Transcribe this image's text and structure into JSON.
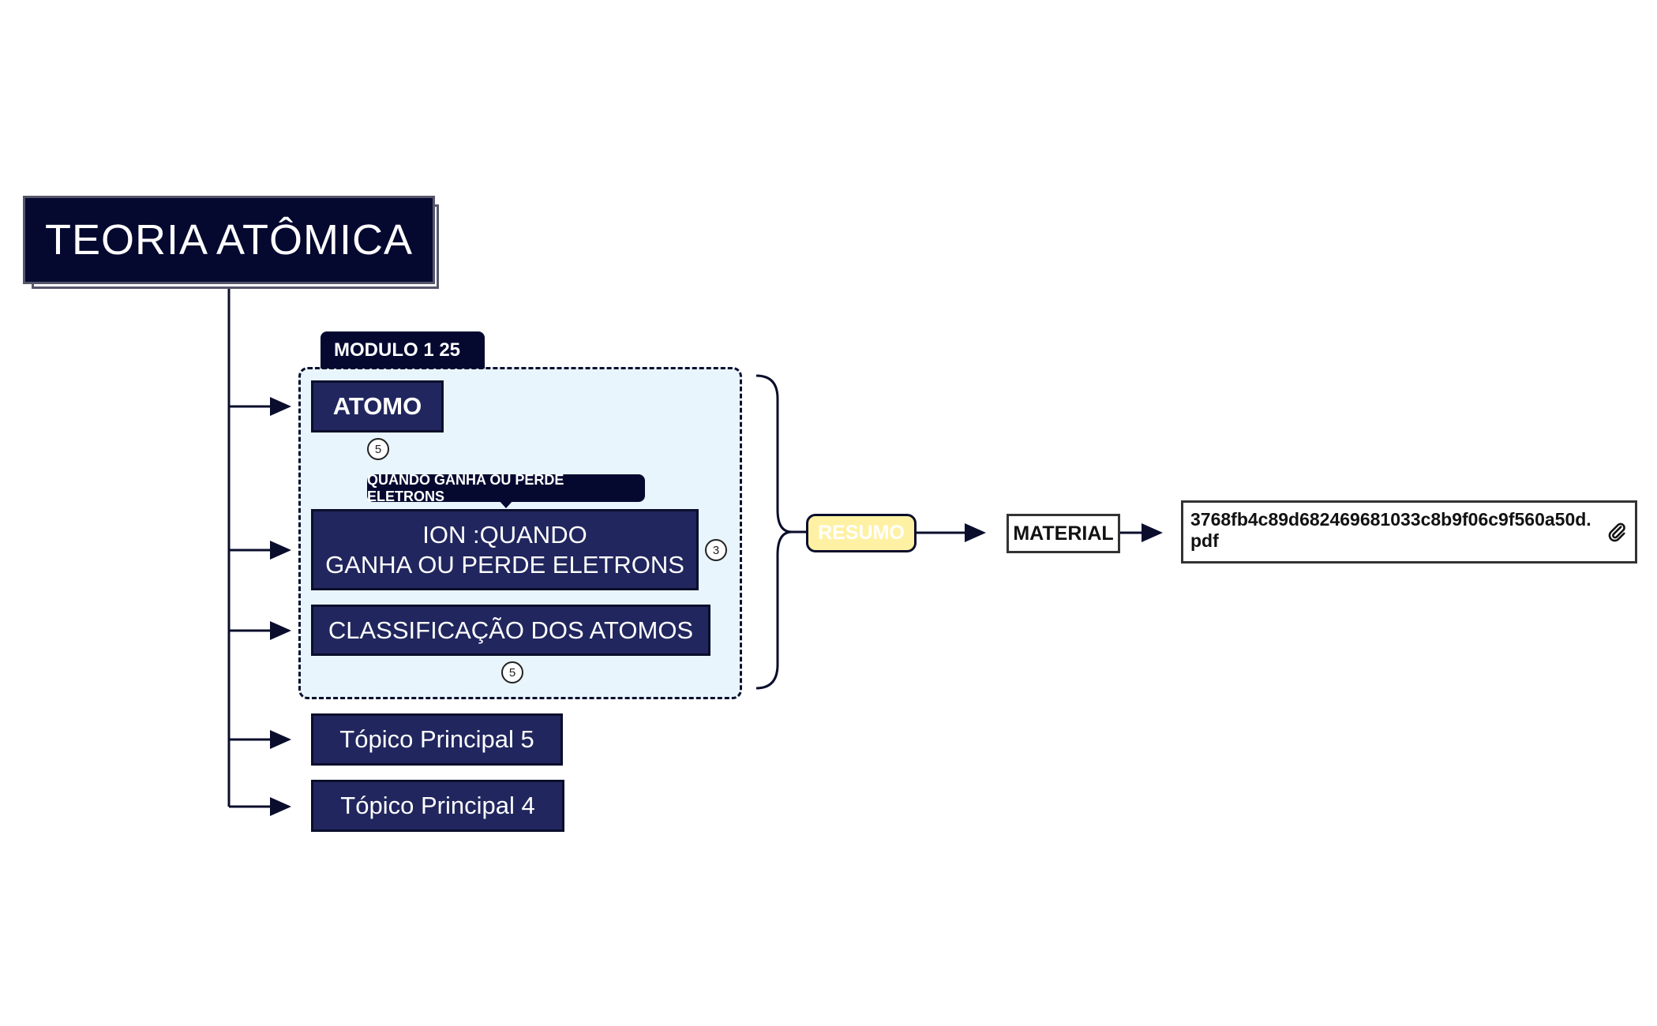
{
  "root": {
    "title": "TEORIA ATÔMICA"
  },
  "boundary": {
    "label": "MODULO 1 25"
  },
  "topics": [
    {
      "label": "ATOMO",
      "badge": "5"
    },
    {
      "label_line1": "ION :QUANDO",
      "label_line2": "GANHA OU PERDE ELETRONS",
      "badge": "3",
      "callout": "QUANDO GANHA OU PERDE ELETRONS"
    },
    {
      "label": "CLASSIFICAÇÃO DOS ATOMOS",
      "badge": "5"
    },
    {
      "label": "Tópico Principal 5"
    },
    {
      "label": "Tópico Principal 4"
    }
  ],
  "summary": {
    "label": "RESUMO"
  },
  "material": {
    "label": "MATERIAL"
  },
  "attachment": {
    "filename": "3768fb4c89d682469681033c8b9f06c9f560a50d.pdf",
    "icon": "paperclip-icon"
  },
  "colors": {
    "root_bg": "#050930",
    "topic_bg": "#21265e",
    "boundary_bg": "#e8f5fc",
    "summary_bg": "#fff1a4"
  }
}
